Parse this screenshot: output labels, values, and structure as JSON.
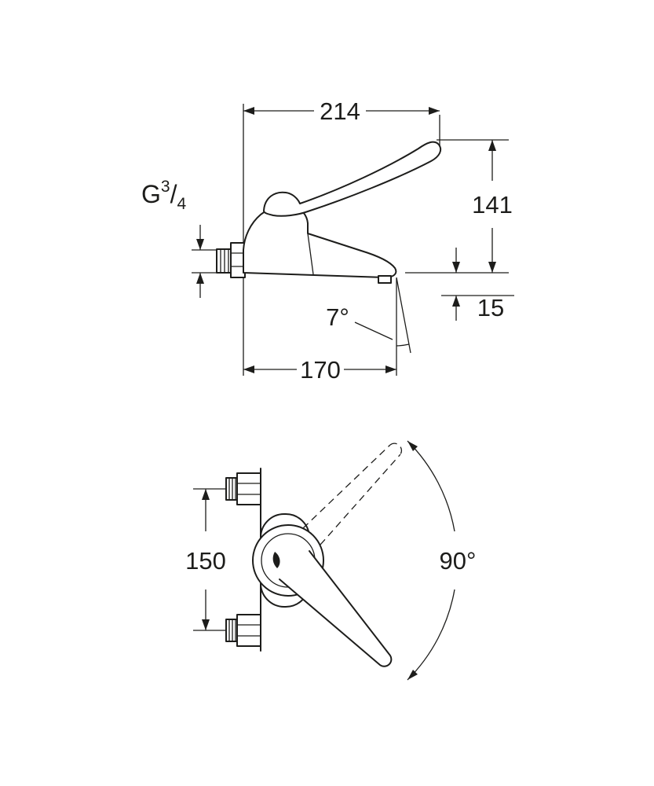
{
  "colors": {
    "background": "#ffffff",
    "ink": "#1d1d1b"
  },
  "side_view": {
    "dims": {
      "reach_overall": "214",
      "height": "141",
      "drop": "15",
      "spout_reach": "170",
      "spout_angle": "7°"
    },
    "thread": {
      "letter": "G",
      "numerator": "3",
      "slash": "/",
      "denominator": "4"
    }
  },
  "top_view": {
    "dims": {
      "hole_spacing": "150",
      "swing_angle": "90°"
    }
  }
}
